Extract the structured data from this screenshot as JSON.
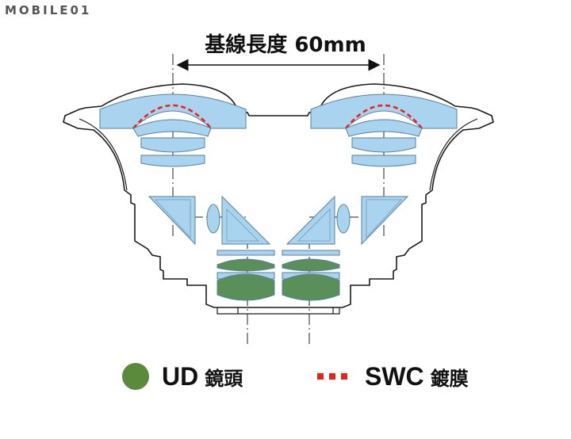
{
  "watermark": "MOBILE01",
  "baseline": {
    "label": "基線長度 60mm"
  },
  "legend": {
    "ud": {
      "main": "UD",
      "sub": "鏡頭",
      "color": "#5a8a3a"
    },
    "swc": {
      "main": "SWC",
      "sub": "鍍膜",
      "color": "#e8231c"
    }
  },
  "colors": {
    "lens_blue": "#a9d3ef",
    "lens_green": "#5a8f5a",
    "outline": "#1a1a1a"
  }
}
